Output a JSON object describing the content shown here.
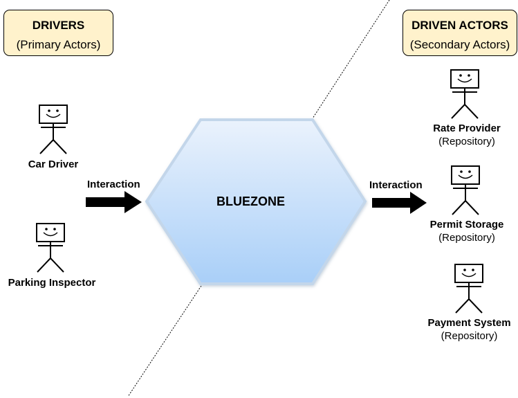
{
  "drivers_box": {
    "title": "DRIVERS",
    "subtitle": "(Primary Actors)"
  },
  "driven_box": {
    "title": "DRIVEN ACTORS",
    "subtitle": "(Secondary Actors)"
  },
  "core": {
    "label": "BLUEZONE"
  },
  "left_arrow_label": "Interaction",
  "right_arrow_label": "Interaction",
  "drivers": [
    {
      "name": "Car Driver"
    },
    {
      "name": "Parking Inspector"
    }
  ],
  "driven": [
    {
      "name": "Rate Provider",
      "role": "(Repository)"
    },
    {
      "name": "Permit Storage",
      "role": "(Repository)"
    },
    {
      "name": "Payment System",
      "role": "(Repository)"
    }
  ],
  "colors": {
    "box_fill": "#fff2cc",
    "hex_top": "#eaf2fc",
    "hex_bottom": "#a9cff8",
    "hex_stroke": "#c0d4ea"
  }
}
